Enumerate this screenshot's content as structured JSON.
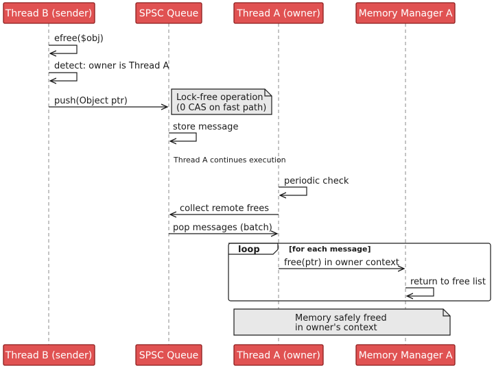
{
  "diagram": {
    "participants": [
      {
        "id": "b",
        "label": "Thread B (sender)"
      },
      {
        "id": "q",
        "label": "SPSC Queue"
      },
      {
        "id": "a",
        "label": "Thread A (owner)"
      },
      {
        "id": "m",
        "label": "Memory Manager A"
      }
    ],
    "messages": [
      {
        "from": "b",
        "to": "b",
        "label": "efree($obj)"
      },
      {
        "from": "b",
        "to": "b",
        "label": "detect: owner is Thread A"
      },
      {
        "from": "b",
        "to": "q",
        "label": "push(Object ptr)"
      },
      {
        "from": "q",
        "to": "q",
        "label": "store message"
      },
      {
        "from": "a",
        "to": "a",
        "label": "periodic check"
      },
      {
        "from": "a",
        "to": "q",
        "label": "collect remote frees"
      },
      {
        "from": "q",
        "to": "a",
        "label": "pop messages (batch)"
      },
      {
        "from": "a",
        "to": "m",
        "label": "free(ptr) in owner context"
      },
      {
        "from": "m",
        "to": "m",
        "label": "return to free list"
      }
    ],
    "notes": [
      {
        "lines": [
          "Lock-free operation",
          "(0 CAS on fast path)"
        ]
      },
      {
        "lines": [
          "Memory safely freed",
          "in owner's context"
        ]
      }
    ],
    "divider": "Thread A continues execution",
    "loop_frame": {
      "keyword": "loop",
      "guard": "[for each message]"
    },
    "colors": {
      "participant_fill": "#e05252",
      "participant_border": "#8b1e1e",
      "participant_text": "#ffffff",
      "note_fill": "#e8e8e8",
      "lifeline": "#8a8a8a"
    }
  }
}
